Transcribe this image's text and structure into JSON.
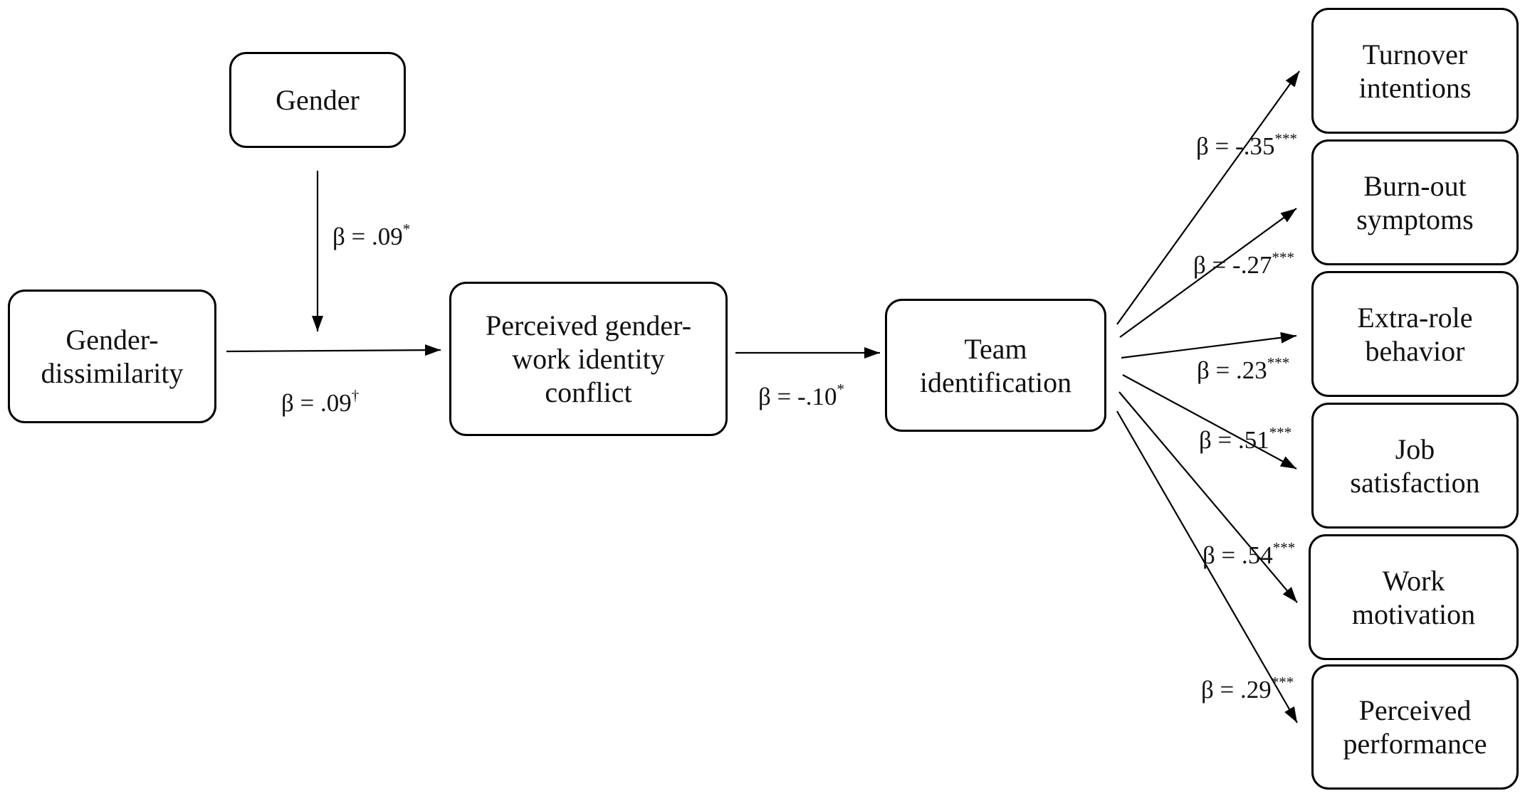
{
  "nodes": {
    "gender": [
      "Gender"
    ],
    "gender_dissimilarity": [
      "Gender-",
      "dissimilarity"
    ],
    "conflict": [
      "Perceived gender-",
      "work identity",
      "conflict"
    ],
    "team_identification": [
      "Team",
      "identification"
    ],
    "turnover": [
      "Turnover",
      "intentions"
    ],
    "burnout": [
      "Burn-out",
      "symptoms"
    ],
    "extra_role": [
      "Extra-role",
      "behavior"
    ],
    "job_satisfaction": [
      "Job",
      "satisfaction"
    ],
    "work_motivation": [
      "Work",
      "motivation"
    ],
    "performance": [
      "Perceived",
      "performance"
    ]
  },
  "paths": {
    "gender_moderation": {
      "prefix": "β = .09",
      "sig": "*"
    },
    "dissimilarity_to_conflict": {
      "prefix": "β = .09",
      "sig": "†"
    },
    "conflict_to_team": {
      "prefix": "β = -.10",
      "sig": "*"
    },
    "team_to_turnover": {
      "prefix": "β = -.35",
      "sig": "***"
    },
    "team_to_burnout": {
      "prefix": "β = -.27",
      "sig": "***"
    },
    "team_to_extra_role": {
      "prefix": "β = .23",
      "sig": "***"
    },
    "team_to_job_satisfaction": {
      "prefix": "β = .51",
      "sig": "***"
    },
    "team_to_work_motivation": {
      "prefix": "β = .54",
      "sig": "***"
    },
    "team_to_performance": {
      "prefix": "β = .29",
      "sig": "***"
    }
  }
}
